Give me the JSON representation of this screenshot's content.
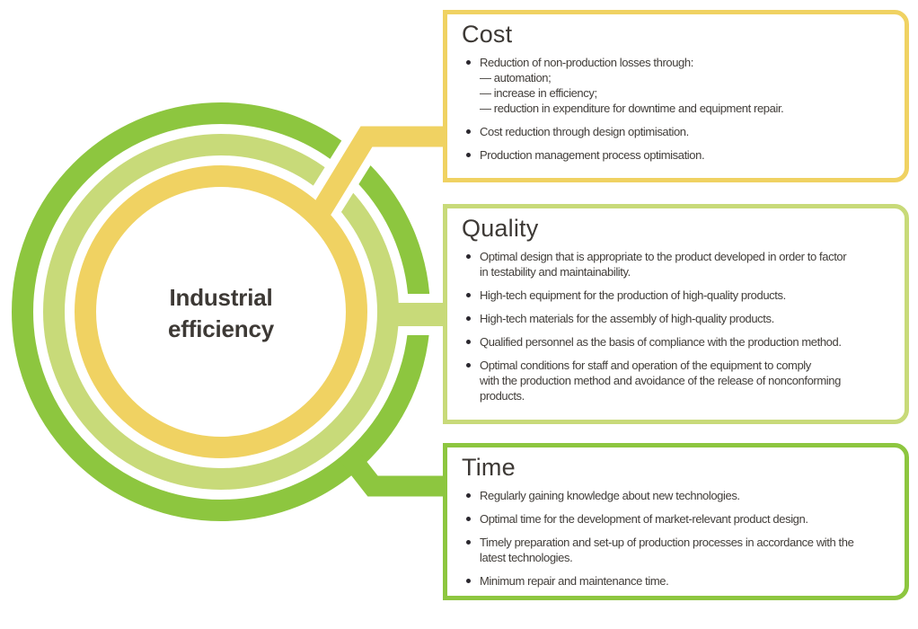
{
  "center_label": {
    "line1": "Industrial",
    "line2": "efficiency"
  },
  "colors": {
    "green": "#8dc63f",
    "light_green": "#c8da79",
    "yellow": "#f0d262",
    "white": "#ffffff",
    "title_text": "#3d3935",
    "body_text": "#413d39",
    "bullet": "#2a272e"
  },
  "boxes": [
    {
      "id": "cost",
      "title": "Cost",
      "border_color": "#f0d262",
      "items": [
        "Reduction of non-production losses  through:\n— automation;\n— increase in efficiency;\n— reduction in expenditure for downtime and equipment repair.",
        "Cost reduction through design optimisation.",
        "Production management process optimisation."
      ]
    },
    {
      "id": "quality",
      "title": "Quality",
      "border_color": "#c8da79",
      "items": [
        "Optimal design that is appropriate to the product developed in order to factor\nin testability and maintainability.",
        "High-tech equipment for the production of high-quality products.",
        "High-tech materials for the assembly of high-quality products.",
        "Qualified personnel as the basis of compliance with the production method.",
        "Optimal conditions for staff and operation of the equipment to comply\nwith the production method and avoidance of the release of nonconforming\nproducts."
      ]
    },
    {
      "id": "time",
      "title": "Time",
      "border_color": "#8dc63f",
      "items": [
        "Regularly gaining knowledge about new technologies.",
        "Optimal time for the development of market-relevant product design.",
        "Timely preparation and set-up of production processes in accordance with the\nlatest technologies.",
        "Minimum repair and maintenance time."
      ]
    }
  ]
}
